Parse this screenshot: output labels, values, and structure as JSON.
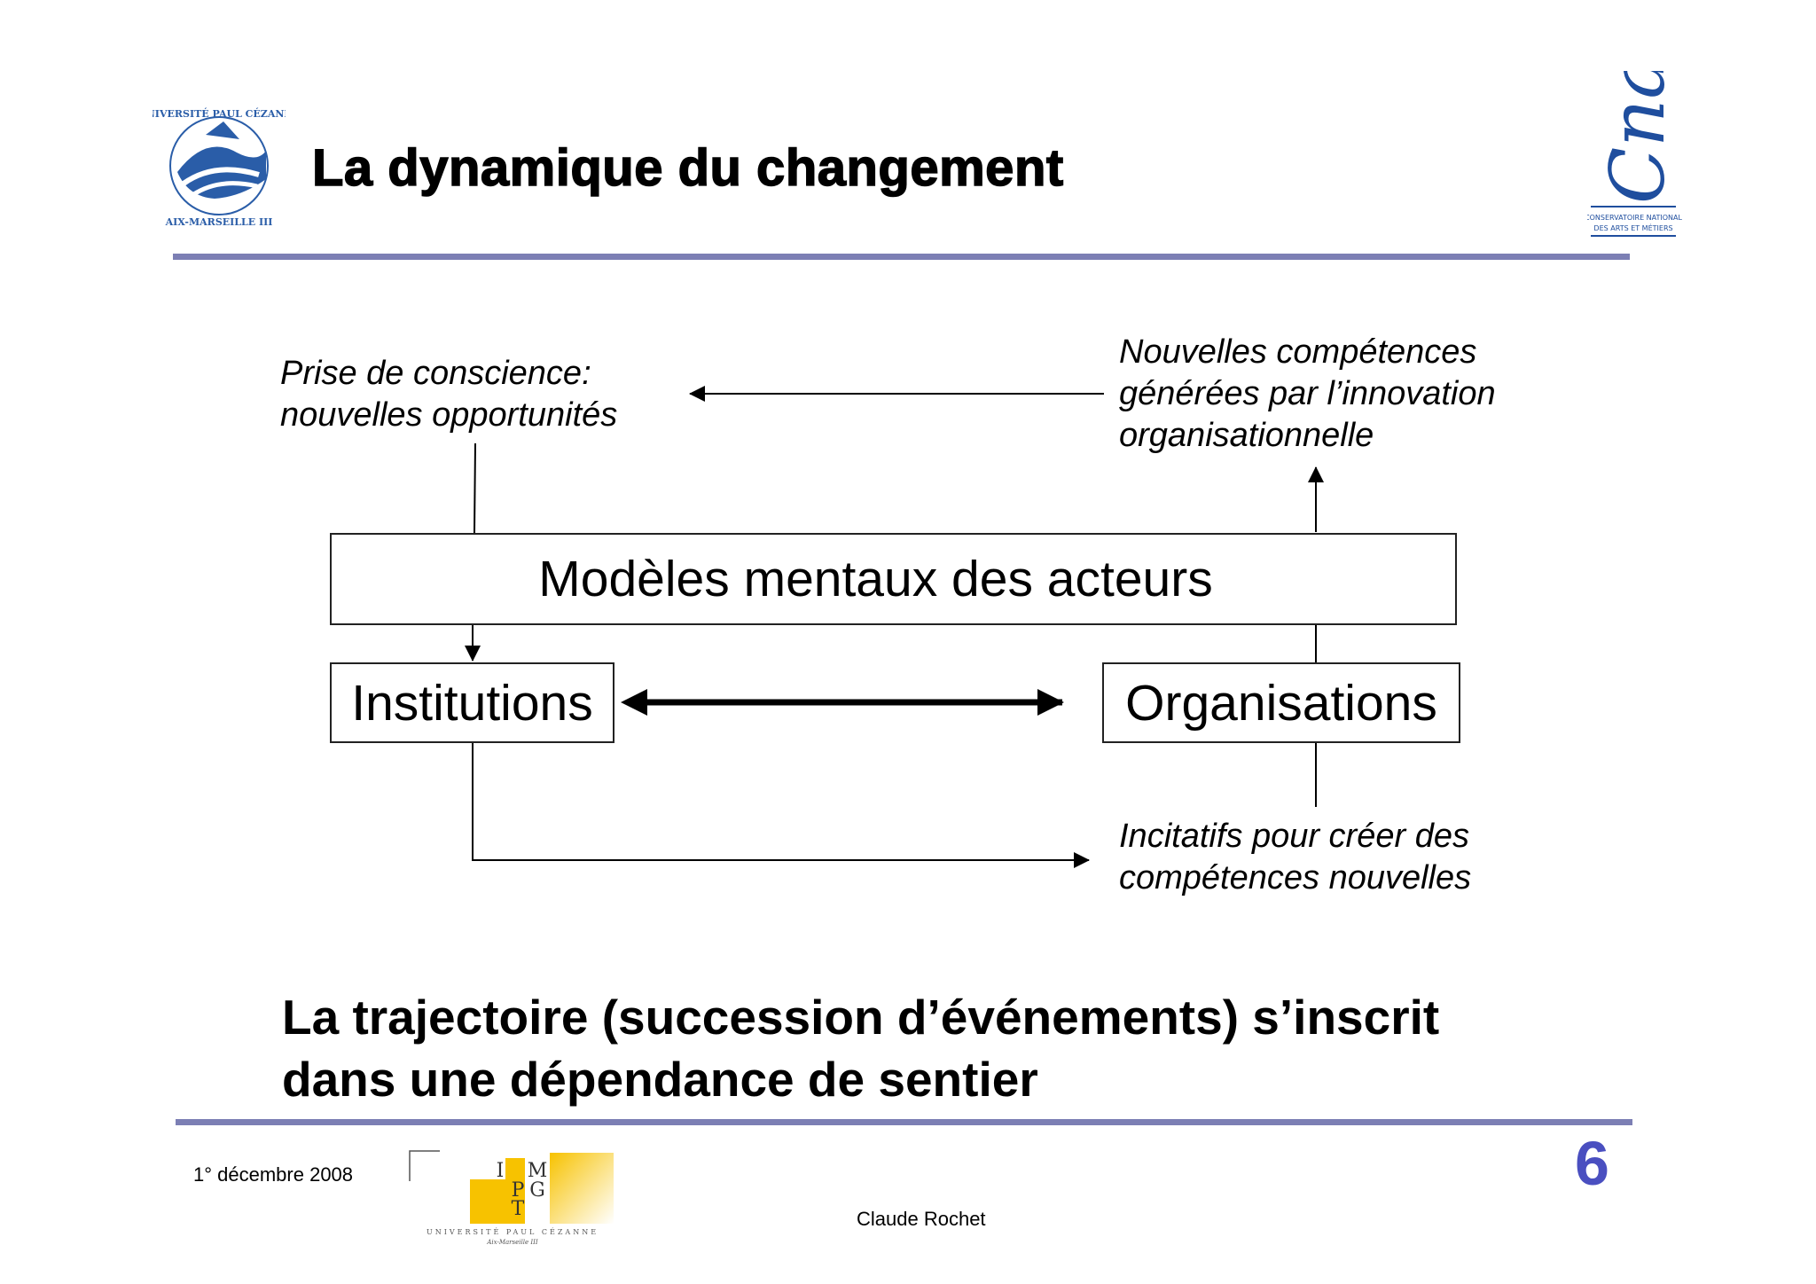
{
  "slide": {
    "title": "La dynamique du changement",
    "diagram": {
      "note_top_left": [
        "Prise de conscience:",
        "nouvelles opportunités"
      ],
      "note_top_right": [
        "Nouvelles compétences",
        "générées par l’innovation",
        "organisationnelle"
      ],
      "box_mental": "Modèles mentaux des acteurs",
      "box_institutions": "Institutions",
      "box_organisations": "Organisations",
      "note_bottom_right": [
        "Incitatifs pour créer des",
        "compétences nouvelles"
      ]
    },
    "conclusion": [
      "La trajectoire (succession d’événements) s’inscrit",
      "dans une dépendance de sentier"
    ],
    "footer": {
      "date": "1° décembre 2008",
      "author": "Claude Rochet",
      "page_number": "6"
    }
  },
  "logos": {
    "left": "Université Paul Cézanne Aix-Marseille III",
    "right": "Cnam",
    "footer": "IMPGT Université Paul Cézanne Aix-Marseille III"
  },
  "colors": {
    "rule": "#7c7fb4",
    "page_number": "#4a4fc0",
    "logo_blue": "#2a5da8",
    "logo_yellow": "#f7c200"
  }
}
